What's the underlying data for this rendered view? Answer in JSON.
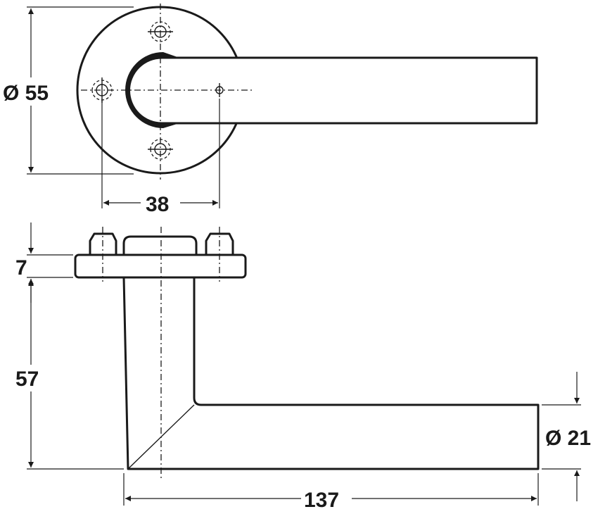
{
  "dimensions": {
    "rose_diameter": "Ø 55",
    "screw_spacing": "38",
    "rose_thickness": "7",
    "handle_height": "57",
    "lever_length": "137",
    "lever_diameter": "Ø 21"
  },
  "colors": {
    "line": "#1a1a1a",
    "background": "#ffffff"
  }
}
